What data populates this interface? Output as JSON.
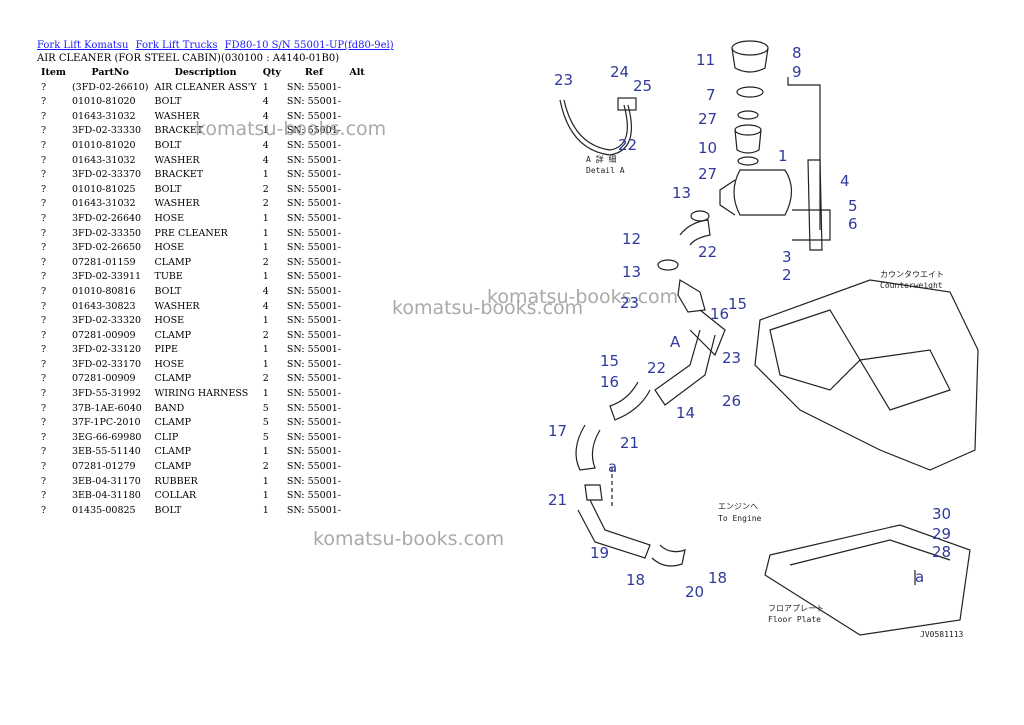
{
  "breadcrumb": [
    {
      "label": "Fork Lift Komatsu"
    },
    {
      "label": "Fork Lift Trucks"
    },
    {
      "label": "FD80-10 S/N 55001-UP(fd80-9el)"
    }
  ],
  "subtitle": "AIR CLEANER (FOR STEEL CABIN)(030100 : A4140-01B0)",
  "table": {
    "headers": [
      "Item",
      "PartNo",
      "Description",
      "Qty",
      "Ref",
      "Alt"
    ],
    "rows": [
      [
        "?",
        "(3FD-02-26610)",
        "AIR CLEANER ASS'Y",
        "1",
        "SN: 55001-",
        ""
      ],
      [
        "?",
        "01010-81020",
        "BOLT",
        "4",
        "SN: 55001-",
        ""
      ],
      [
        "?",
        "01643-31032",
        "WASHER",
        "4",
        "SN: 55001-",
        ""
      ],
      [
        "?",
        "3FD-02-33330",
        "BRACKET",
        "1",
        "SN: 55001-",
        ""
      ],
      [
        "?",
        "01010-81020",
        "BOLT",
        "4",
        "SN: 55001-",
        ""
      ],
      [
        "?",
        "01643-31032",
        "WASHER",
        "4",
        "SN: 55001-",
        ""
      ],
      [
        "?",
        "3FD-02-33370",
        "BRACKET",
        "1",
        "SN: 55001-",
        ""
      ],
      [
        "?",
        "01010-81025",
        "BOLT",
        "2",
        "SN: 55001-",
        ""
      ],
      [
        "?",
        "01643-31032",
        "WASHER",
        "2",
        "SN: 55001-",
        ""
      ],
      [
        "?",
        "3FD-02-26640",
        "HOSE",
        "1",
        "SN: 55001-",
        ""
      ],
      [
        "?",
        "3FD-02-33350",
        "PRE CLEANER",
        "1",
        "SN: 55001-",
        ""
      ],
      [
        "?",
        "3FD-02-26650",
        "HOSE",
        "1",
        "SN: 55001-",
        ""
      ],
      [
        "?",
        "07281-01159",
        "CLAMP",
        "2",
        "SN: 55001-",
        ""
      ],
      [
        "?",
        "3FD-02-33911",
        "TUBE",
        "1",
        "SN: 55001-",
        ""
      ],
      [
        "?",
        "01010-80816",
        "BOLT",
        "4",
        "SN: 55001-",
        ""
      ],
      [
        "?",
        "01643-30823",
        "WASHER",
        "4",
        "SN: 55001-",
        ""
      ],
      [
        "?",
        "3FD-02-33320",
        "HOSE",
        "1",
        "SN: 55001-",
        ""
      ],
      [
        "?",
        "07281-00909",
        "CLAMP",
        "2",
        "SN: 55001-",
        ""
      ],
      [
        "?",
        "3FD-02-33120",
        "PIPE",
        "1",
        "SN: 55001-",
        ""
      ],
      [
        "?",
        "3FD-02-33170",
        "HOSE",
        "1",
        "SN: 55001-",
        ""
      ],
      [
        "?",
        "07281-00909",
        "CLAMP",
        "2",
        "SN: 55001-",
        ""
      ],
      [
        "?",
        "3FD-55-31992",
        "WIRING HARNESS",
        "1",
        "SN: 55001-",
        ""
      ],
      [
        "?",
        "37B-1AE-6040",
        "BAND",
        "5",
        "SN: 55001-",
        ""
      ],
      [
        "?",
        "37F-1PC-2010",
        "CLAMP",
        "5",
        "SN: 55001-",
        ""
      ],
      [
        "?",
        "3EG-66-69980",
        "CLIP",
        "5",
        "SN: 55001-",
        ""
      ],
      [
        "?",
        "3EB-55-51140",
        "CLAMP",
        "1",
        "SN: 55001-",
        ""
      ],
      [
        "?",
        "07281-01279",
        "CLAMP",
        "2",
        "SN: 55001-",
        ""
      ],
      [
        "?",
        "3EB-04-31170",
        "RUBBER",
        "1",
        "SN: 55001-",
        ""
      ],
      [
        "?",
        "3EB-04-31180",
        "COLLAR",
        "1",
        "SN: 55001-",
        ""
      ],
      [
        "?",
        "01435-00825",
        "BOLT",
        "1",
        "SN: 55001-",
        ""
      ]
    ]
  },
  "watermarks": [
    "komatsu-books.com",
    "komatsu-books.com",
    "komatsu-books.com",
    "komatsu-books.com"
  ],
  "diagram": {
    "callouts": [
      "11",
      "8",
      "9",
      "7",
      "27",
      "10",
      "27",
      "1",
      "4",
      "13",
      "5",
      "6",
      "12",
      "22",
      "13",
      "3",
      "2",
      "23",
      "24",
      "25",
      "22",
      "15",
      "16",
      "23",
      "A",
      "23",
      "15",
      "22",
      "16",
      "14",
      "26",
      "17",
      "21",
      "a",
      "21",
      "19",
      "18",
      "20",
      "18",
      "30",
      "29",
      "28",
      "a"
    ],
    "labels": {
      "detail_jp": "A 詳 細",
      "detail_en": "Detail A",
      "counterweight_jp": "カウンタウエイト",
      "counterweight_en": "Counterweight",
      "engine_jp": "エンジンへ",
      "engine_en": "To Engine",
      "floor_jp": "フロアプレート",
      "floor_en": "Floor Plate",
      "figure_code": "JV0581113"
    }
  }
}
